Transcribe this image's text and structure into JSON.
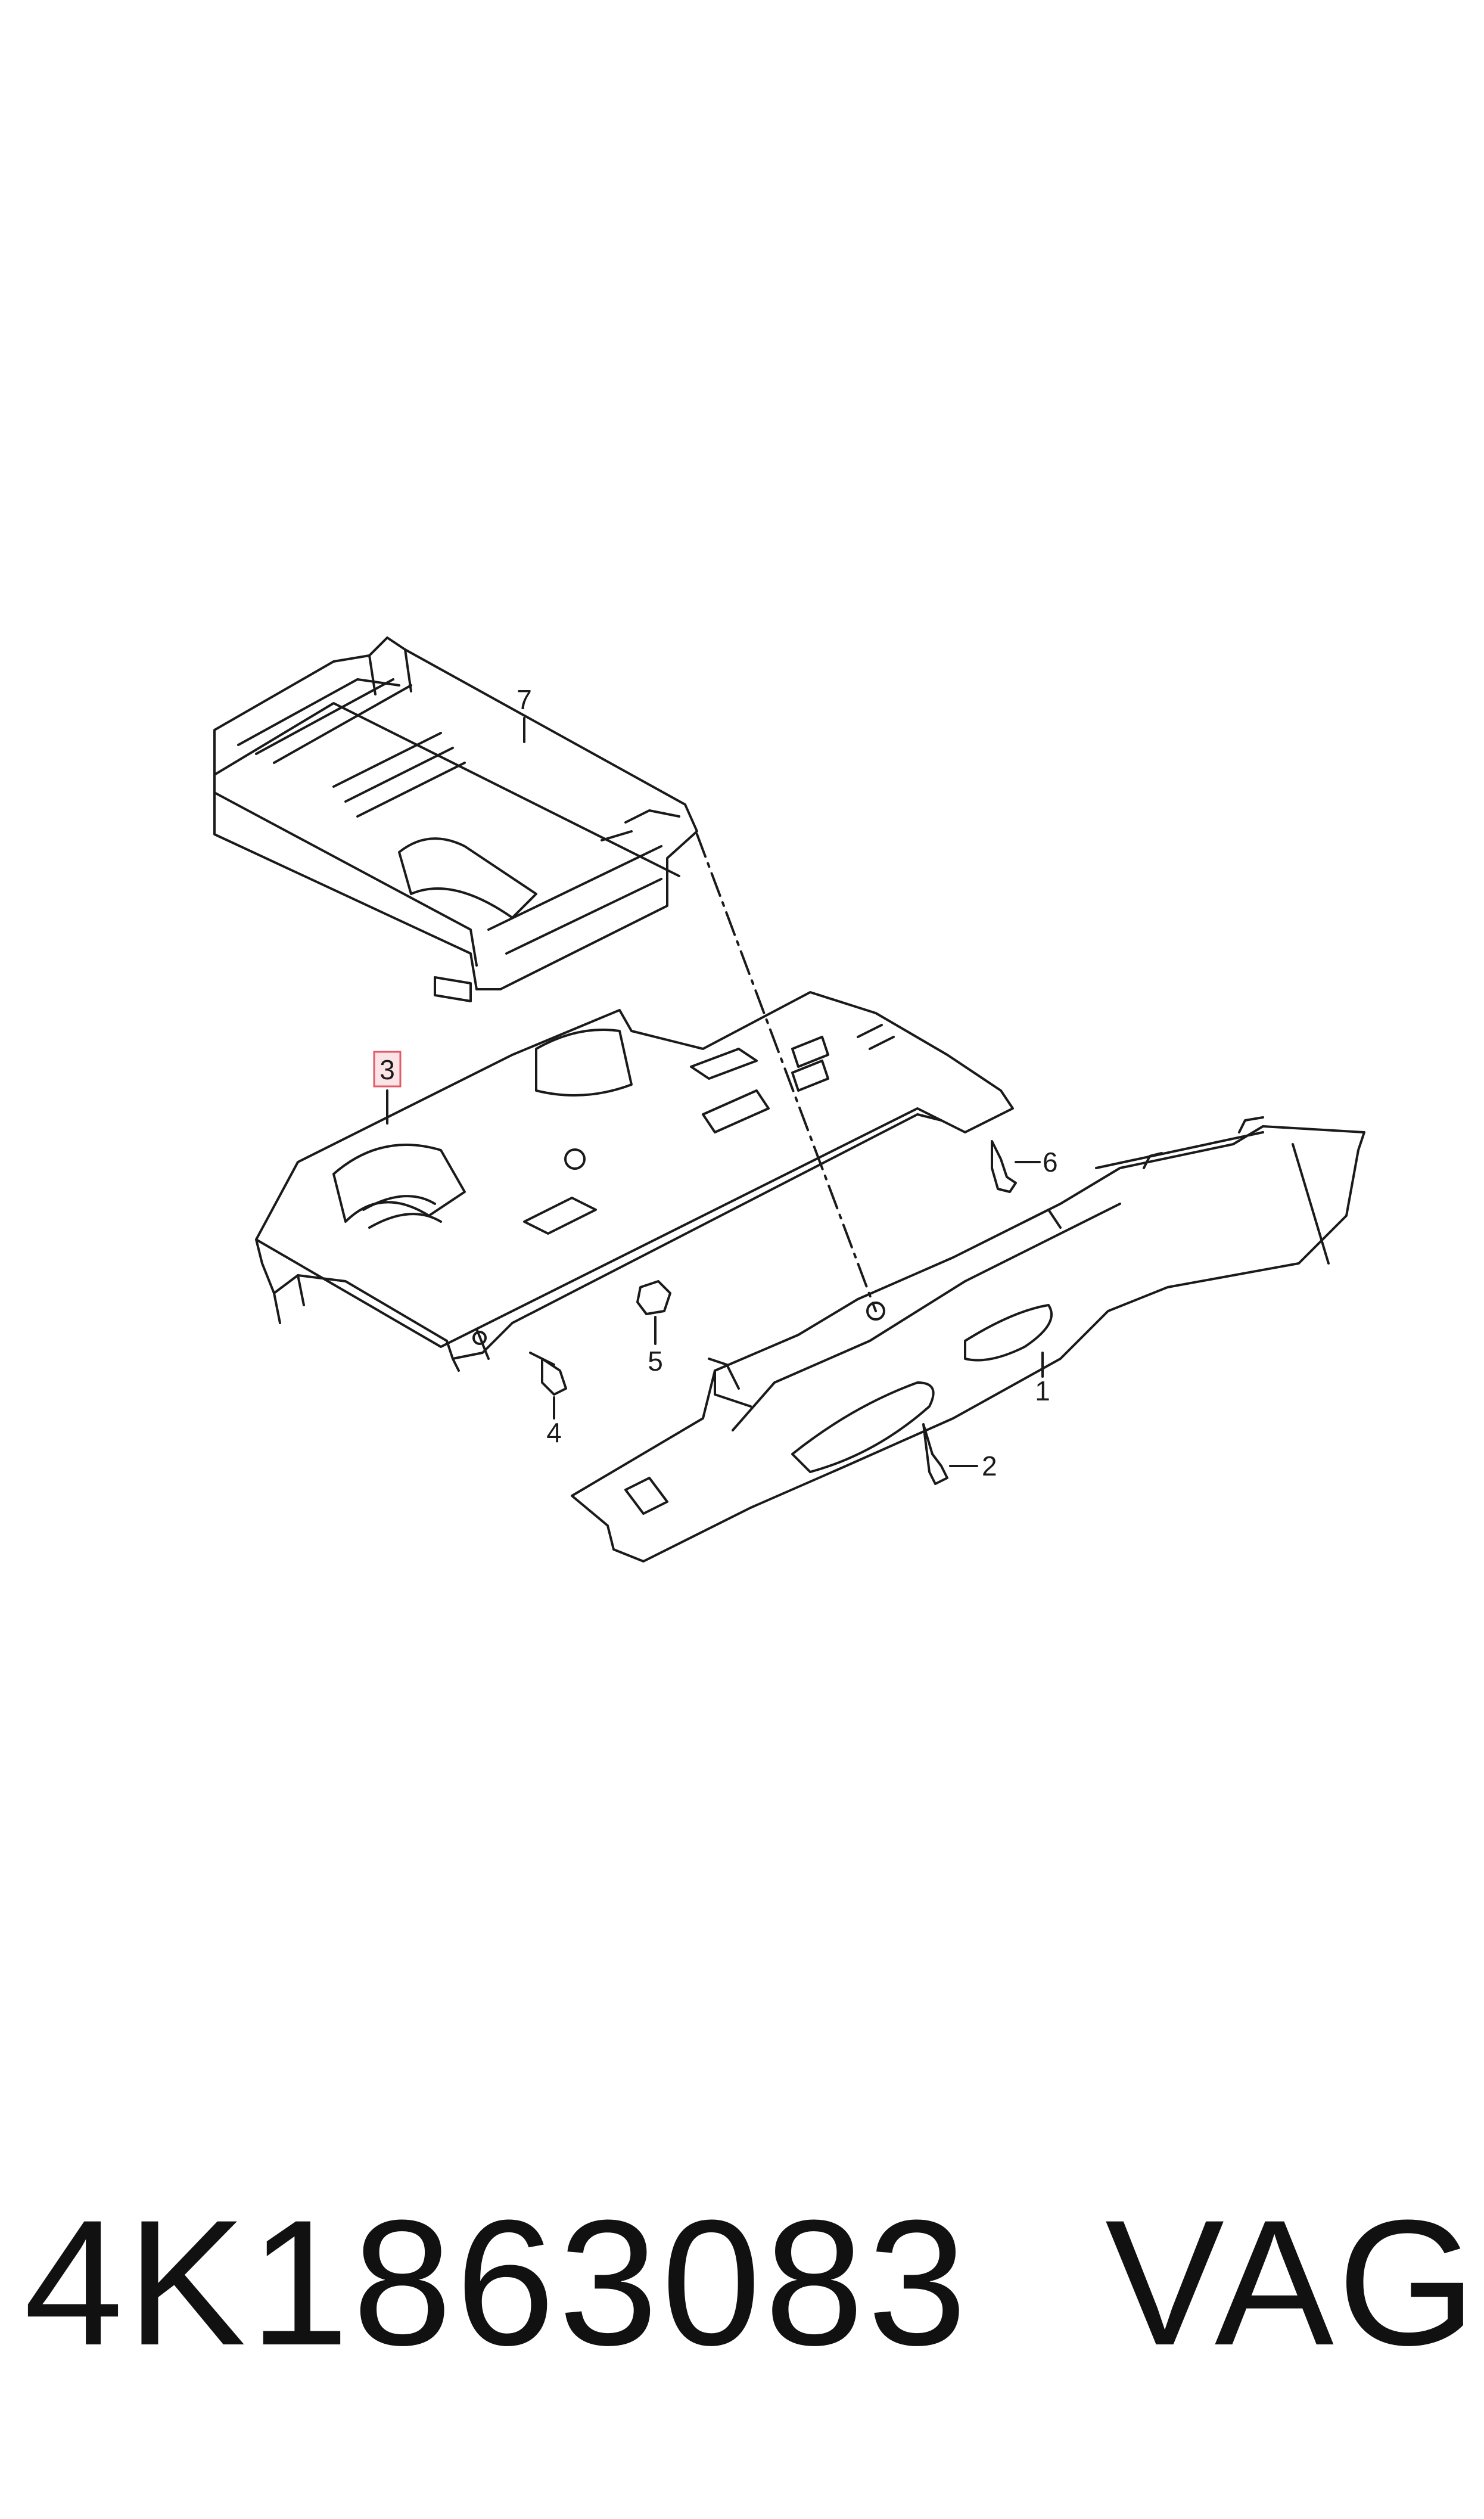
{
  "diagram": {
    "callouts": [
      {
        "id": "1",
        "label": "1"
      },
      {
        "id": "2",
        "label": "2"
      },
      {
        "id": "3",
        "label": "3",
        "highlighted": true
      },
      {
        "id": "4",
        "label": "4"
      },
      {
        "id": "5",
        "label": "5"
      },
      {
        "id": "6",
        "label": "6"
      },
      {
        "id": "7",
        "label": "7"
      }
    ],
    "highlight_color": "#e05a6a",
    "line_color": "#1a1a1a"
  },
  "footer": {
    "part_number": "4K1863083",
    "brand": "VAG"
  }
}
